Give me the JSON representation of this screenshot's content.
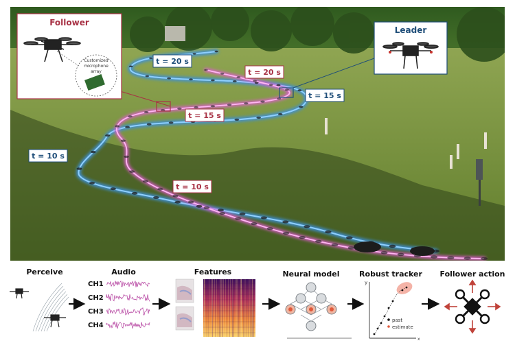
{
  "scene": {
    "follower_inset": {
      "title": "Follower",
      "callout": [
        "Customized",
        "microphone",
        "array"
      ]
    },
    "leader_inset": {
      "title": "Leader"
    },
    "time_labels": {
      "leader": [
        "t = 20 s",
        "t = 15 s",
        "t = 10 s"
      ],
      "follower": [
        "t = 20 s",
        "t = 15 s",
        "t = 10 s"
      ]
    },
    "colors": {
      "leader": "#1f4e79",
      "follower": "#a83245",
      "leader_path": "#3d8fd6",
      "follower_path": "#e05ad0"
    }
  },
  "pipeline": {
    "stages": [
      "Perceive",
      "Audio",
      "Features",
      "Neural model",
      "Robust tracker",
      "Follower action"
    ],
    "channels": [
      "CH1",
      "CH2",
      "CH3",
      "CH4"
    ],
    "tracker_axis": {
      "y": "y",
      "x": "x"
    },
    "tracker_legend": {
      "past": "past",
      "estimate": "estimate"
    }
  }
}
